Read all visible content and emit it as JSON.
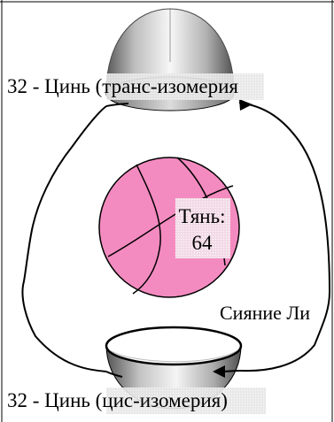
{
  "top_label": "32 - Цинь (транс-изомерия",
  "bottom_label": "32 - Цинь (цис-изомерия)",
  "side_label": "Сияние Ли",
  "center_label": {
    "line1": "Тянь:",
    "line2": "64"
  },
  "colors": {
    "sphere_fill": "#f48bc0",
    "outline": "#000000",
    "metal_light": "#f4f4f4",
    "metal_dark": "#5c5c5c",
    "label_patch": "#e8e8e8"
  },
  "icons": {
    "top_dome": "hemisphere-dome-icon",
    "bottom_bowl": "hemisphere-bowl-icon",
    "arrow": "curved-arrow-icon"
  }
}
